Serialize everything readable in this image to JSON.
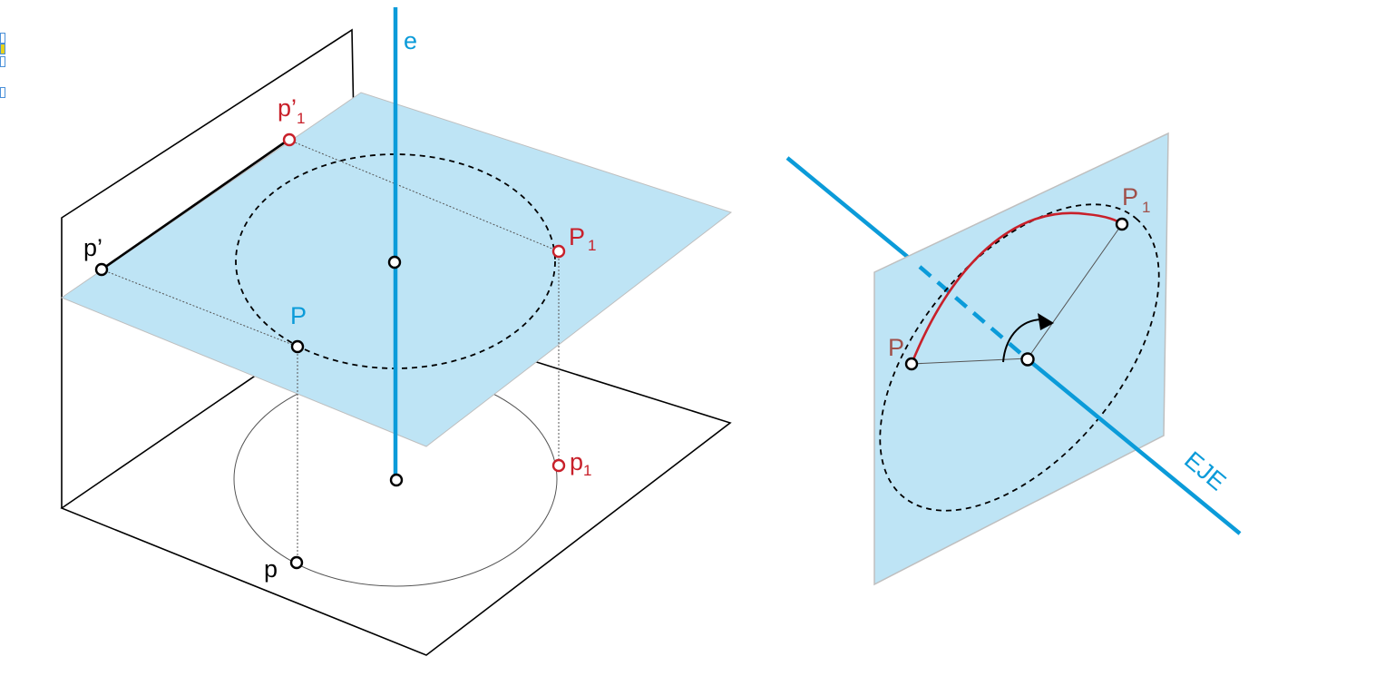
{
  "colors": {
    "axis_blue": "#0B9BD9",
    "plane_fill": "#BEE4F5",
    "plane_edge": "#BFBFBF",
    "red": "#C8202A",
    "brown": "#A0504A",
    "black": "#000000",
    "artifact_yellow": "#E8D21B"
  },
  "left_figure": {
    "axis_label": "e",
    "point_P": "P",
    "point_P1": "P",
    "point_P1_sub": "1",
    "point_p_vertical": "p’",
    "point_p1_vertical": "p’",
    "point_p1_vertical_sub": "1",
    "point_p_horizontal": "p",
    "point_p1_horizontal": "p",
    "point_p1_horizontal_sub": "1"
  },
  "right_figure": {
    "axis_label": "EJE",
    "point_P": "P",
    "point_P1": "P",
    "point_P1_sub": "1"
  },
  "icons": {
    "rotation_arrow": "curved-arrow-icon"
  }
}
